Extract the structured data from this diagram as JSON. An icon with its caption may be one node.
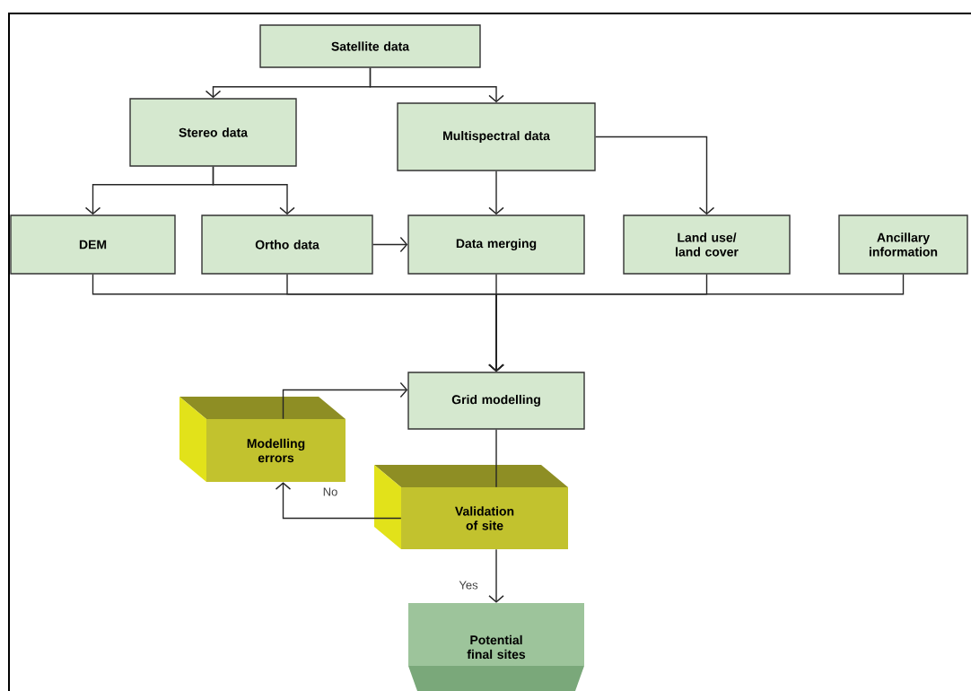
{
  "diagram": {
    "nodes": [
      {
        "text": [
          "Satellite data"
        ]
      },
      {
        "text": [
          "Stereo data"
        ]
      },
      {
        "text": [
          "Multispectral data"
        ]
      },
      {
        "text": [
          "DEM"
        ]
      },
      {
        "text": [
          "Ortho data"
        ]
      },
      {
        "text": [
          "Data merging"
        ]
      },
      {
        "text": [
          "Land use/ land cover"
        ]
      },
      {
        "text": [
          "Ancillary information"
        ]
      },
      {
        "text": [
          "Grid modelling"
        ]
      },
      {
        "text": [
          "Modelling errors"
        ]
      },
      {
        "text": [
          "Validation of site"
        ]
      },
      {
        "text": [
          "Potential final sites"
        ]
      }
    ],
    "edges": [
      {
        "from": 0,
        "to": 1,
        "arrow": "to"
      },
      {
        "from": 0,
        "to": 2,
        "arrow": "to"
      },
      {
        "from": 1,
        "to": 3,
        "arrow": "to"
      },
      {
        "from": 1,
        "to": 4,
        "arrow": "to"
      },
      {
        "from": 2,
        "to": 5,
        "arrow": "to"
      },
      {
        "from": 2,
        "to": 6,
        "arrow": "to"
      },
      {
        "from": 4,
        "to": 5,
        "arrow": "to"
      },
      {
        "from": 3,
        "to": 8,
        "arrow": "to"
      },
      {
        "from": 4,
        "to": 8,
        "arrow": "to"
      },
      {
        "from": 5,
        "to": 8,
        "arrow": "to"
      },
      {
        "from": 6,
        "to": 8,
        "arrow": "to"
      },
      {
        "from": 7,
        "to": 8,
        "arrow": "to"
      },
      {
        "from": 9,
        "to": 8,
        "arrow": "to"
      },
      {
        "from": 8,
        "to": 10,
        "arrow": "none"
      },
      {
        "from": 10,
        "to": 9,
        "arrow": "to",
        "label": "No"
      },
      {
        "from": 10,
        "to": 11,
        "arrow": "to",
        "label": "Yes"
      }
    ]
  }
}
